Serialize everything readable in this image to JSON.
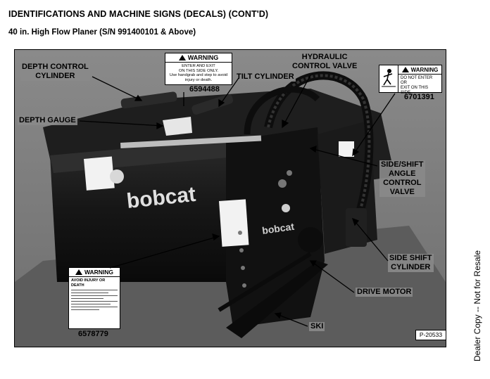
{
  "heading": "IDENTIFICATIONS AND MACHINE SIGNS (DECALS) (CONT'D)",
  "subheading": "40 in. High Flow Planer (S/N 991400101 & Above)",
  "brand": "bobcat",
  "callouts": {
    "depth_control_cylinder": [
      "DEPTH CONTROL",
      "CYLINDER"
    ],
    "tilt_cylinder": "TILT CYLINDER",
    "hydraulic_control_valve": [
      "HYDRAULIC",
      "CONTROL VALVE"
    ],
    "depth_gauge": "DEPTH GAUGE",
    "side_shift_angle_control_valve": [
      "SIDE/SHIFT",
      "ANGLE",
      "CONTROL",
      "VALVE"
    ],
    "side_shift_cylinder": [
      "SIDE SHIFT",
      "CYLINDER"
    ],
    "drive_motor": "DRIVE MOTOR",
    "ski": "SKI"
  },
  "decals": {
    "d6594488": {
      "header": "WARNING",
      "lines": [
        "ENTER AND EXIT",
        "ON THIS SIDE ONLY.",
        "Use handgrab and step to avoid",
        "injury or death."
      ],
      "part_number": "6594488"
    },
    "d6701391": {
      "header": "WARNING",
      "lines": [
        "DO NOT ENTER OR",
        "EXIT ON THIS SIDE."
      ],
      "part_number": "6701391"
    },
    "d6578779": {
      "header": "WARNING",
      "lines": [
        "AVOID INJURY OR DEATH"
      ],
      "part_number": "6578779"
    }
  },
  "figure_ref": "P-20533",
  "footer": "Dealer Copy -- Not for Resale"
}
